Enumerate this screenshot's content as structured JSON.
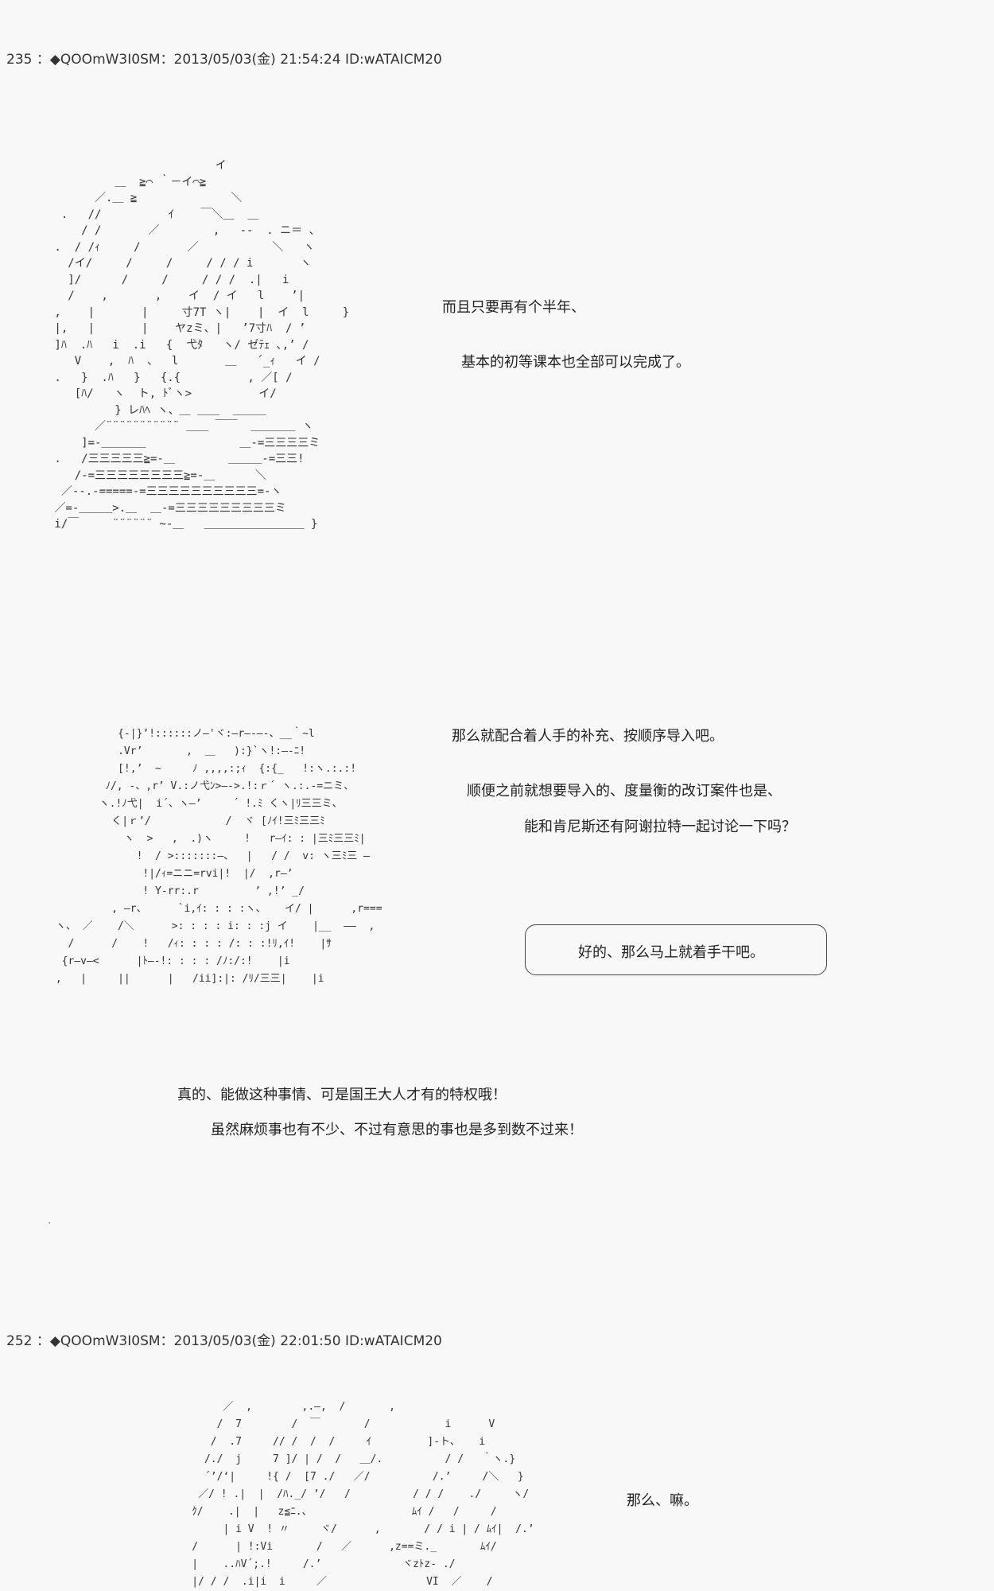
{
  "posts": [
    {
      "header": "235 ：◆QOOmW3I0SM：2013/05/03(金) 21:54:24 ID:wATAICM20",
      "art1": "                         イ\n          ＿  ≧⌒ ｀－イ⌒≧\n       ／.＿ ≧              ＼\n  .   //          ｲ    ￣＼＿  ＿\n     / /       ／        ,   --  . ニ＝ 、\n .  / /ｨ     /       ／           ＼   ヽ\n   /イ/     /     /     / / / i       ヽ\n   ]/      /     /     / / /  .|   i\n   /    ,       ,    イ  / イ   l    ’|\n ,    |       |     寸7T ヽ|    |  イ  l     }\n |,   |       |    ヤzミ、|   ’7寸ﾊ  / ’\n ]ﾊ  .ﾊ   i  .i   {  弋ﾀ   ヽ/ ゼﾃｪ ､,’ /\n    V    ,  ﾊ  、  l       ＿   ´_ｨ   イ /\n .   }  .ﾊ   }   {.{          , ／[ /\n    [ﾊ/   ヽ  ト, ﾄﾞヽ>          イ/\n          } レﾊﾍ ヽ、＿ ＿＿  ＿＿＿\n       ／¨¨¨¨¨¨¨¨¨¨¨ ＿＿ ￣￣  ＿＿＿＿ ヽ\n     ]=-＿＿＿＿              ＿-=三三三三ミ\n .   /三三三三三≧=-＿        ＿＿＿-=三三!\n    /-=三三三三三三三三≧=-＿      ＼\n  ／--.-=====-=三三三三三三三三三三=-ヽ\n ／=-＿＿＿>.＿  ＿-=三三三三三三三三三ミ\n i/￣     ¨¨¨¨¨¨ ~-＿   ＿＿＿＿＿＿＿＿＿ }",
      "text1": "而且只要再有个半年、",
      "text2": "基本的初等课本也全部可以完成了。",
      "art2": "           {-|}’!::::::ノ—'ヾ:—r—-—-、__｀~l\n           .Vr’       ,  ＿   ):}`ヽ!:—-ﾆ!\n           [!,’  ~     ﾉ ,,,,:;ｨ  {:{_   !:ヽ.:.:!\n         ﾉ/, -、,r’ V.:ノ弋ﾝ>—->.!:ｒ´ ヽ.:.-=ニミ、\n        ヽ.!ﾉ弋|  i´、ヽ—’     ´ !.ﾐ くヽ|ﾘ三三ミ、\n          く|ｒ’/            /  ヾ [ﾉｲ!三ﾐ三三ﾐ\n            ヽ  >   ,  .)ヽ     !   r—ｲ: : |三ﾐ三三ﾐ|\n              !  / >:::::::—、  |   / /  v: ヽ三ﾐ三 —\n               !|/ｨ=ニニ=rvi|!  |/  ,r—’\n               ! Y-rr:.r         ’ ,!’ _/\n          , —r、     `i,ｲ: : : :ヽ、   イ/ |      ,r===\n ヽ、 ／    /＼      >: : : : i: : :j イ    |__  ——  ,\n   /      /    !   /ｨ: : : : /: : :!ﾘ,ｲ!    |ｻ\n  {r—v—<      |ﾄ—-!: : : : /ﾉ:/:!    |i\n ,   |     ||      |   /ii]:|: /ﾘ/三三|    |i",
      "text3": "那么就配合着人手的补充、按顺序导入吧。",
      "text4": "顺便之前就想要导入的、度量衡的改订案件也是、",
      "text5": "能和肯尼斯还有阿谢拉特一起讨论一下吗？",
      "bubble": "好的、那么马上就着手干吧。",
      "text6": "真的、能做这种事情、可是国王大人才有的特权哦！",
      "text7": "虽然麻烦事也有不少、不过有意思的事也是多到数不过来！"
    },
    {
      "header": "252 ：◆QOOmW3I0SM：2013/05/03(金) 22:01:50 ID:wATAICM20",
      "art3": "         ／  ,        ,.—,  /       ,\n        /  7        /  ￣       /            i      V\n       /  .7     // /  /  /     ｲ         ]-ト、   i\n      /./  j     7 ]/ | /  /   ＿/.          / /   ｀ヽ.}\n      ´’/‘|     !{ /  [7 ./   ／/          /.’     /＼   }\n     ／/ ! .|  |  /ﾊ._/ ’/   /          / / /    ./     ヽ/\n    ｸ/    .|  |   z≦ﾆ.、                ﾑｲ /   /     /\n         | i V  ! 〃     ヾ/      ,       / / i | / ﾑｲ|  /.’\n    /      | !:Vi       /   ／      ,z==ミ._       ﾑｲ/\n    |    ..ﾊV´;.!     /.’             ヾzﾄz- ./\n    |/ / /  .i|i  i     ／                VI  ／    /",
      "text8": "那么、嘛。"
    }
  ]
}
